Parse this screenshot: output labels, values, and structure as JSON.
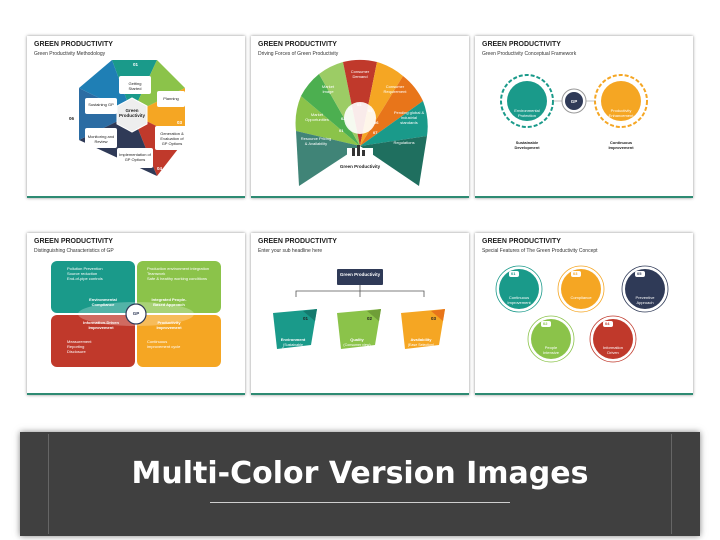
{
  "slides": [
    {
      "title": "GREEN PRODUCTIVITY",
      "subtitle": "Green Productivity Methodology",
      "center": "Green Productivity",
      "steps": [
        {
          "num": "01",
          "label": "Getting Started"
        },
        {
          "num": "02",
          "label": "Planning"
        },
        {
          "num": "03",
          "label": "Generation & Evaluation of GP Options"
        },
        {
          "num": "04",
          "label": "Implementation of GP Options"
        },
        {
          "num": "05",
          "label": "Monitoring and Review"
        },
        {
          "num": "06",
          "label": "Sustaining GP"
        }
      ]
    },
    {
      "title": "GREEN PRODUCTIVITY",
      "subtitle": "Driving Forces of Green Productivity",
      "center": "Green Productivity",
      "forces": [
        {
          "num": "01",
          "label": "Resource Pricing & Availability"
        },
        {
          "num": "02",
          "label": "Market Opportunities"
        },
        {
          "num": "03",
          "label": "Market Image"
        },
        {
          "num": "04",
          "label": "Consumer Demand"
        },
        {
          "num": "05",
          "label": "Consumer Requirement"
        },
        {
          "num": "06",
          "label": "Pending global & industrial standards"
        },
        {
          "num": "07",
          "label": "Regulations"
        }
      ]
    },
    {
      "title": "GREEN PRODUCTIVITY",
      "subtitle": "Green Productivity Conceptual Framework",
      "left_circle": "Environmental Protection",
      "mid_circle": "GP",
      "right_circle": "Productivity Enhancement",
      "left_caption": "Sustainable Development",
      "right_caption": "Continuous Improvement"
    },
    {
      "title": "GREEN PRODUCTIVITY",
      "subtitle": "Distinguishing Characteristics of GP",
      "center": "GP",
      "q1_items": [
        "Pollution Prevention",
        "Source reduction",
        "End-of-pipe controls"
      ],
      "q1_label": "Environmental Compliance",
      "q2_items": [
        "Production environment integration",
        "Teamwork",
        "Safe & healthy working conditions"
      ],
      "q2_label": "Integrated People-Based Approach",
      "q3_label": "Information-Driven Improvement",
      "q3_items": [
        "Measurement",
        "Reporting",
        "Disclosure"
      ],
      "q4_label": "Productivity Improvement",
      "q4_items": [
        "Continuous improvement cycle"
      ]
    },
    {
      "title": "GREEN PRODUCTIVITY",
      "subtitle": "Enter your sub headline here",
      "root": "Green Productivity",
      "branches": [
        {
          "num": "01",
          "label": "Environment",
          "detail": "(Sustainable Development)"
        },
        {
          "num": "02",
          "label": "Quality",
          "detail": "(Consumer view)"
        },
        {
          "num": "03",
          "label": "Availability",
          "detail": "(Ease Selection)"
        }
      ]
    },
    {
      "title": "GREEN PRODUCTIVITY",
      "subtitle": "Special Features of The Green Productivity Concept",
      "features": [
        {
          "num": "01",
          "label": "Continuous Improvement"
        },
        {
          "num": "03",
          "label": "Compliance"
        },
        {
          "num": "05",
          "label": "Preventive Approach"
        },
        {
          "num": "02",
          "label": "People Intensive"
        },
        {
          "num": "04",
          "label": "Information Driven"
        }
      ]
    }
  ],
  "banner": {
    "title": "Multi-Color Version Images"
  },
  "colors": {
    "teal": "#1a9a8a",
    "blue": "#2b6ca3",
    "navy": "#2f3a57",
    "green": "#8bc34a",
    "orange": "#f5a623",
    "darkorange": "#e8751a",
    "red": "#c0392b"
  }
}
